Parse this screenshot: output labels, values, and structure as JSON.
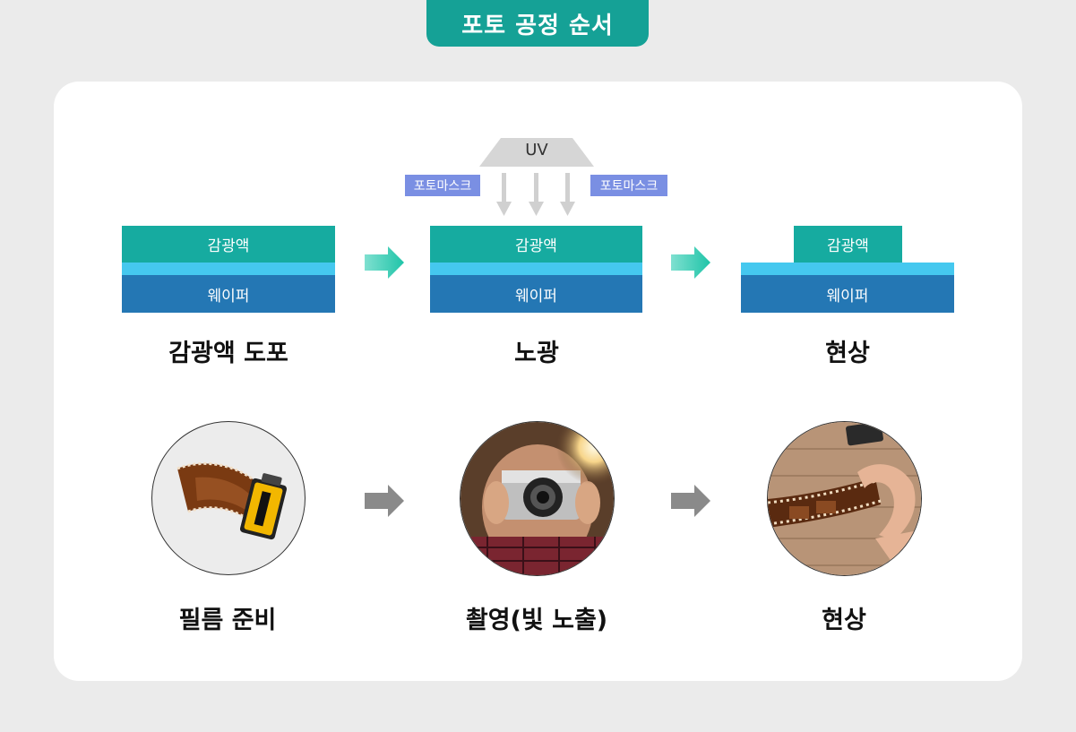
{
  "header": {
    "title": "포토 공정 순서"
  },
  "top_row": {
    "uv_label": "UV",
    "photomask_left": "포토마스크",
    "photomask_right": "포토마스크",
    "steps": [
      {
        "photoresist": "감광액",
        "wafer": "웨이퍼",
        "label": "감광액 도포"
      },
      {
        "photoresist": "감광액",
        "wafer": "웨이퍼",
        "label": "노광"
      },
      {
        "photoresist": "감광액",
        "wafer": "웨이퍼",
        "label": "현상"
      }
    ]
  },
  "bottom_row": {
    "steps": [
      {
        "label": "필름 준비"
      },
      {
        "label": "촬영(빛 노출)"
      },
      {
        "label": "현상"
      }
    ]
  },
  "colors": {
    "accent": "#15a196",
    "photoresist": "#16aba0",
    "cyan_layer": "#45c8ef",
    "wafer": "#2477b4",
    "photomask": "#7a8fe3",
    "arrow_top": "#3dd1b8",
    "arrow_bottom": "#8a8a8a"
  }
}
